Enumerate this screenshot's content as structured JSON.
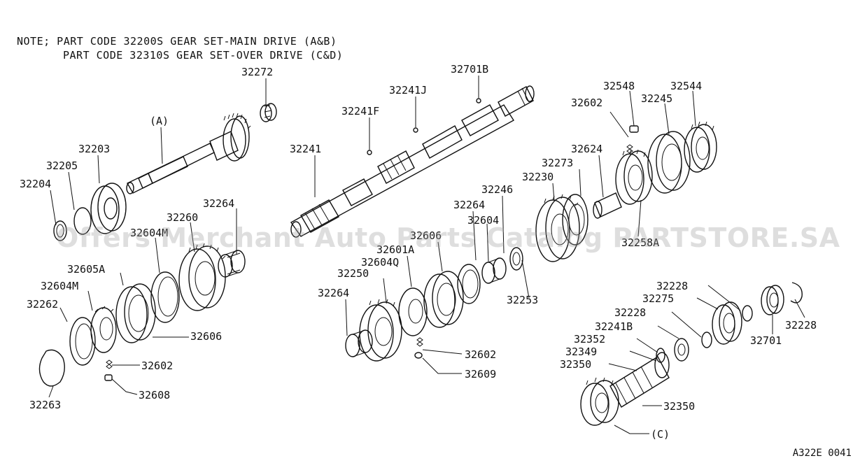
{
  "notes": {
    "line1": "NOTE; PART CODE 32200S GEAR SET-MAIN DRIVE (A&B)",
    "line2": "PART CODE 32310S GEAR SET-OVER DRIVE (C&D)"
  },
  "watermark": "Offers Merchant Auto Parts Catalog PARTSTORE.SA",
  "diagram_code": "A322E 0041",
  "callouts": {
    "c32272": "32272",
    "cA": "(A)",
    "c32203": "32203",
    "c32205": "32205",
    "c32204": "32204",
    "c32264a": "32264",
    "c32260": "32260",
    "c32604M1": "32604M",
    "c32605A": "32605A",
    "c32604M2": "32604M",
    "c32262": "32262",
    "c32263": "32263",
    "c32606a": "32606",
    "c32602a": "32602",
    "c32608": "32608",
    "c32701B": "32701B",
    "c32241J": "32241J",
    "c32241F": "32241F",
    "c32241": "32241",
    "c32246": "32246",
    "c32604": "32604",
    "c32264b": "32264",
    "c32606b": "32606",
    "c32601A": "32601A",
    "c32604Q": "32604Q",
    "c32250": "32250",
    "c32264c": "32264",
    "c32253": "32253",
    "c32602b": "32602",
    "c32609": "32609",
    "c32230": "32230",
    "c32273": "32273",
    "c32624": "32624",
    "c32602c": "32602",
    "c32548": "32548",
    "c32245": "32245",
    "c32544": "32544",
    "c32258A": "32258A",
    "c32228a": "32228",
    "c32275": "32275",
    "c32228b": "32228",
    "c32241B": "32241B",
    "c32352": "32352",
    "c32349": "32349",
    "c32350a": "32350",
    "c32350b": "32350",
    "cC": "(C)",
    "c32228c": "32228",
    "c32701": "32701"
  }
}
